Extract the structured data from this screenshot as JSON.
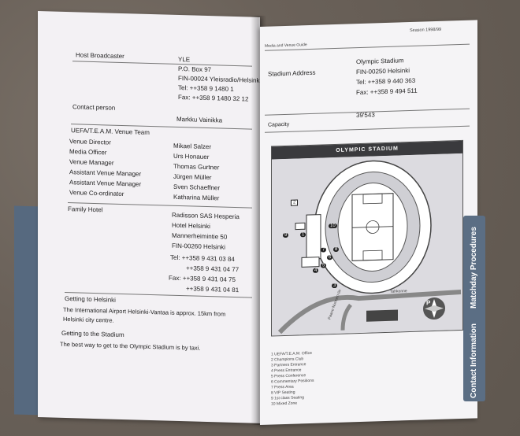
{
  "left_page": {
    "host_broadcaster_label": "Host Broadcaster",
    "host_broadcaster_lines": [
      "YLE",
      "P.O. Box 97",
      "FIN-00024 Yleisradio/Helsinki",
      "Tel: ++358 9 1480 1",
      "Fax: ++358 9 1480 32 12"
    ],
    "contact_person_label": "Contact person",
    "contact_person_value": "Markku Vainikka",
    "team_label": "UEFA/T.E.A.M. Venue Team",
    "team_roles": [
      "Venue Director",
      "Media Officer",
      "Venue Manager",
      "Assistant Venue Manager",
      "Assistant Venue Manager",
      "Venue Co-ordinator"
    ],
    "team_names": [
      "Mikael Salzer",
      "Urs Honauer",
      "Thomas Gurtner",
      "Jürgen Müller",
      "Sven Schaeffner",
      "Katharina Müller"
    ],
    "hotel_label": "Family Hotel",
    "hotel_lines": [
      "Radisson SAS Hesperia",
      "Hotel Helsinki",
      "Mannerheimintie 50",
      "FIN-00260 Helsinki"
    ],
    "hotel_phone_lines": [
      "Tel:   ++358 9 431 03 84",
      "++358 9 431 04 77",
      "Fax: ++358 9 431 04 75",
      "++358 9 431 04 81"
    ],
    "getting_helsinki_label": "Getting to Helsinki",
    "getting_helsinki_text_1": "The International Airport Helsinki-Vantaa is approx. 15km from",
    "getting_helsinki_text_2": "Helsinki city centre.",
    "getting_stadium_label": "Getting to the Stadium",
    "getting_stadium_text": "The best way to get to the Olympic Stadium is by taxi."
  },
  "right_page": {
    "header_left": "Media and Venue Guide",
    "header_right": "Season 1998/99",
    "stadium_address_label": "Stadium Address",
    "stadium_address_lines": [
      "Olympic Stadium",
      "FIN-00250 Helsinki",
      "Tel: ++358 9 440 363",
      "Fax: ++358 9 494 511"
    ],
    "capacity_label": "Capacity",
    "capacity_value": "39'543",
    "map_title": "OLYMPIC STADIUM",
    "map_street_1": "Paavo Nurmen tie",
    "map_street_2": "Tahkonne",
    "map_parking": "P",
    "map_markers": [
      "1",
      "2",
      "3",
      "4",
      "5",
      "6",
      "7",
      "8",
      "9",
      "10"
    ],
    "legend": [
      "1   UEFA/T.E.A.M. Office",
      "2   Champions Club",
      "3   Partners Entrance",
      "4   Press Entrance",
      "5   Press Conference",
      "6   Commentary Positions",
      "7   Press Area",
      "8   VIP Seating",
      "9   1st class Seating",
      "10  Mixed Zone"
    ]
  },
  "tabs": {
    "matchday": "Matchday Procedures",
    "contact": "Contact Information"
  },
  "colors": {
    "page": "#f3f1f4",
    "tab_blue": "#56697f",
    "background": "#6e655d"
  }
}
